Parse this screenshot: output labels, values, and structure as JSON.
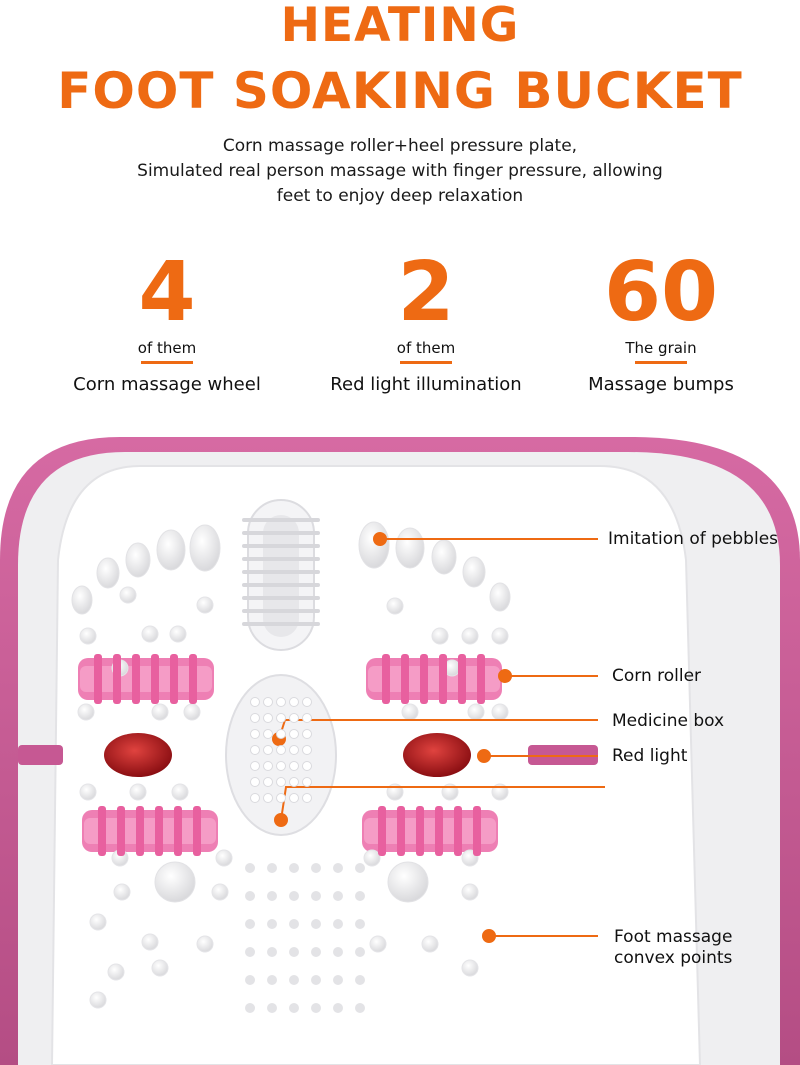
{
  "header": {
    "title_line1": "HEATING",
    "title_line2": "FOOT SOAKING BUCKET",
    "description_lines": [
      "Corn massage roller+heel pressure plate,",
      "Simulated real person massage with finger pressure, allowing",
      "feet to enjoy deep relaxation"
    ]
  },
  "stats": [
    {
      "number": "4",
      "unit": "of them",
      "label": "Corn massage wheel"
    },
    {
      "number": "2",
      "unit": "of them",
      "label": "Red light illumination"
    },
    {
      "number": "60",
      "unit": "The grain",
      "label": "Massage bumps"
    }
  ],
  "callouts": [
    {
      "label": "Imitation of pebbles"
    },
    {
      "label": "Corn roller"
    },
    {
      "label": "Medicine box"
    },
    {
      "label": "Red light"
    },
    {
      "label": "Foot massage convex points"
    }
  ],
  "colors": {
    "accent": "#ee6a13",
    "rim": "#c75b93",
    "roller": "#ee7fb4",
    "light": "#b51a20"
  }
}
